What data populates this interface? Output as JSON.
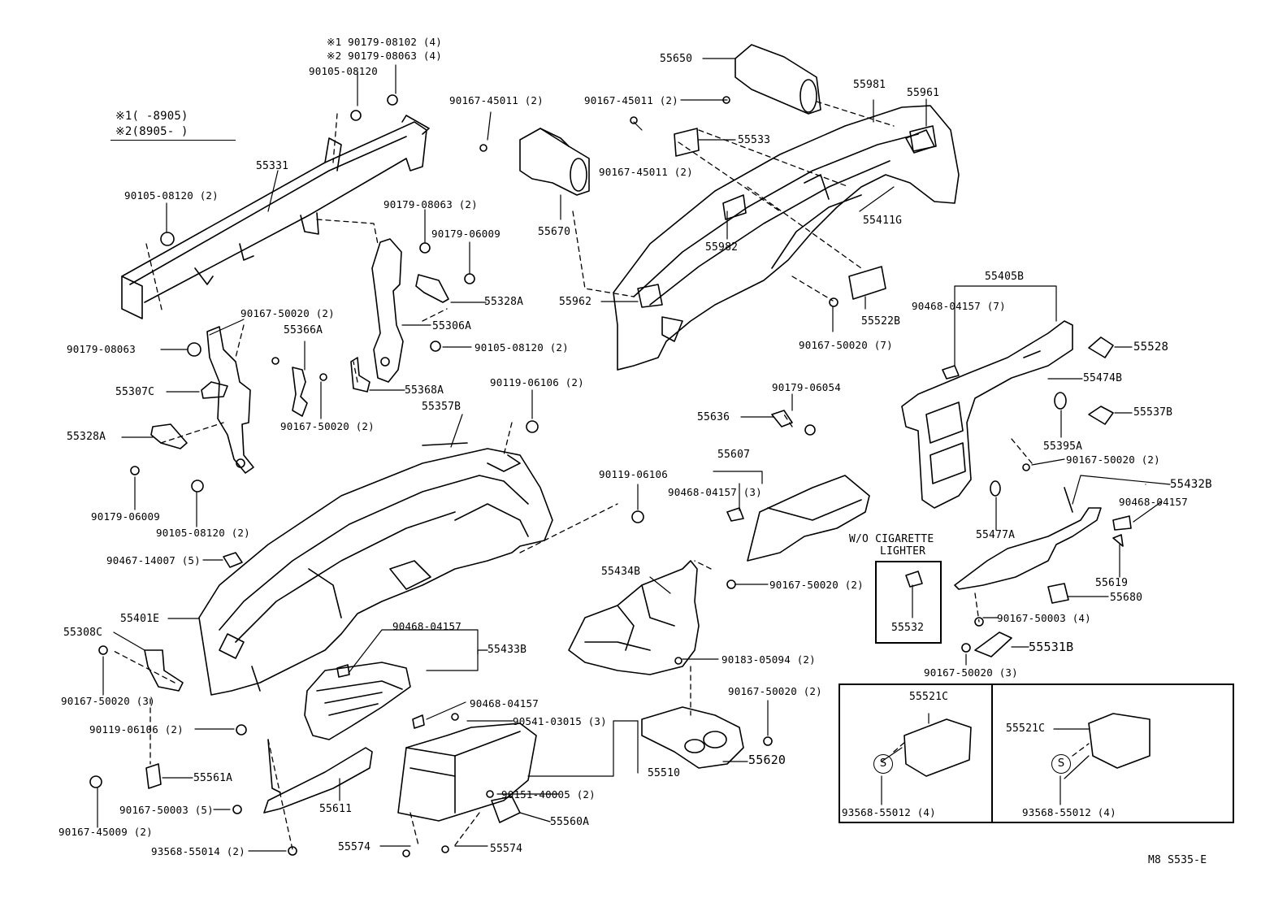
{
  "diagram": {
    "figure_code": "M8 S535-E",
    "legend": {
      "row1": "※1(      -8905)",
      "row2": "※2(8905-      )"
    },
    "note_wo": "W/O CIGARETTE",
    "note_lighter": "LIGHTER",
    "labels": {
      "a01": "※1 90179-08102 (4)",
      "a02": "※2 90179-08063 (4)",
      "a03": "90105-08120",
      "a04": "55331",
      "a05": "90105-08120 (2)",
      "a06": "90179-08063 (2)",
      "a07": "90179-06009",
      "a08": "55328A",
      "a09": "55306A",
      "a10": "90105-08120 (2)",
      "a11": "90167-50020 (2)",
      "a12": "55366A",
      "a13": "90179-08063",
      "a14": "55307C",
      "a15": "55368A",
      "a16": "90167-50020 (2)",
      "a17": "55328A",
      "a18": "90179-06009",
      "a19": "90105-08120 (2)",
      "a20": "90119-06106 (2)",
      "a21": "55357B",
      "a22": "90467-14007 (5)",
      "a23": "55401E",
      "a24": "55308C",
      "a25": "90167-50020 (3)",
      "a26": "90119-06106 (2)",
      "a27": "55561A",
      "a28": "90167-50003 (5)",
      "a29": "90167-45009 (2)",
      "a30": "93568-55014 (2)",
      "a31": "55611",
      "a32": "90468-04157",
      "a33": "55433B",
      "a34": "90468-04157",
      "a35": "90541-03015 (3)",
      "a36": "55510",
      "a37": "90151-40005 (2)",
      "a38": "55560A",
      "a39": "55574",
      "a40": "55574",
      "a41": "90167-45011 (2)",
      "a42": "55670",
      "a43": "55650",
      "a44": "90167-45011 (2)",
      "a45": "55533",
      "a46": "90167-45011 (2)",
      "a47": "55981",
      "a48": "55961",
      "a49": "55411G",
      "a50": "55982",
      "a51": "55962",
      "a52": "55522B",
      "a53": "90167-50020 (7)",
      "a54": "90119-06106",
      "a55": "90179-06054",
      "a56": "55636",
      "a57": "55607",
      "a58": "90468-04157 (3)",
      "a59": "55434B",
      "a60": "90167-50020 (2)",
      "a61": "90183-05094 (2)",
      "a62": "90167-50020 (2)",
      "a63": "55620",
      "a64": "55405B",
      "a65": "90468-04157 (7)",
      "a66": "55528",
      "a67": "55474B",
      "a68": "55537B",
      "a69": "55395A",
      "a70": "90167-50020 (2)",
      "a71": "55432B",
      "a72": "90468-04157",
      "a73": "55477A",
      "a74": "55619",
      "a75": "55680",
      "a76": "90167-50003 (4)",
      "a77": "55531B",
      "a78": "90167-50020 (3)",
      "a79": "55532",
      "a80": "55521C",
      "a81": "93568-55012 (4)",
      "a82": "55521C",
      "a83": "93568-55012 (4)",
      "s1": "S",
      "s2": "S"
    }
  }
}
